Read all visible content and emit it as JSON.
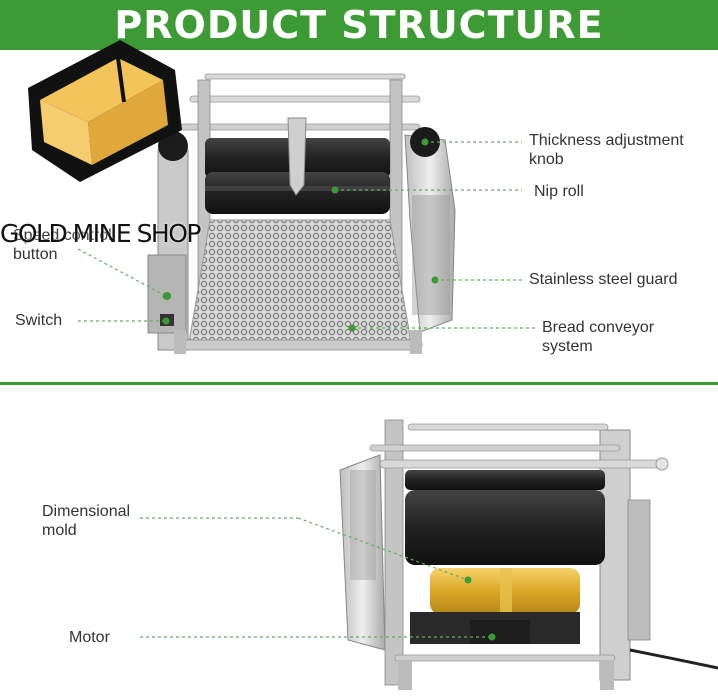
{
  "header": {
    "title": "PRODUCT STRUCTURE"
  },
  "watermark": {
    "text": "GOLD MINE SHOP"
  },
  "top_labels": {
    "thickness_knob": "Thickness adjustment\nknob",
    "nip_roll": "Nip roll",
    "stainless_guard": "Stainless steel guard",
    "bread_conveyor": "Bread conveyor\nsystem",
    "speed_button": "Speed control\nbutton",
    "switch": "Switch"
  },
  "bottom_labels": {
    "dimensional_mold": "Dimensional\nmold",
    "motor": "Motor"
  },
  "colors": {
    "brand_green": "#3d9b35",
    "leader_line": "#6aa86a",
    "logo_gold": "#f0b84a"
  }
}
